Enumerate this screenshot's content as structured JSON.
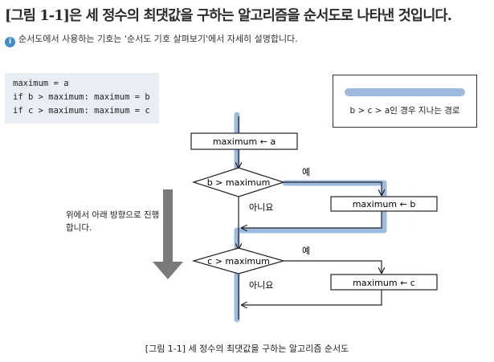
{
  "intro": "[그림 1-1]은 세 정수의 최댓값을 구하는 알고리즘을 순서도로 나타낸 것입니다.",
  "note": {
    "icon": "info-icon",
    "text": "순서도에서 사용하는 기호는 '순서도 기호 살펴보기'에서 자세히 설명합니다."
  },
  "code": [
    "maximum = a",
    "if b > maximum: maximum = b",
    "if c > maximum: maximum = c"
  ],
  "legend": {
    "text": "b > c > a인 경우 지나는 경로"
  },
  "direction_note": "위에서 아래 방향으로 진행합니다.",
  "flow": {
    "box_a": "maximum ← a",
    "decision_1": "b > maximum",
    "yes_1": "예",
    "no_1": "아니요",
    "box_b": "maximum ← b",
    "decision_2": "c > maximum",
    "yes_2": "예",
    "no_2": "아니요",
    "box_c": "maximum ← c"
  },
  "colors": {
    "path_highlight": "#9dbbe0",
    "code_bg": "#e9eef4",
    "arrow_gray": "#7a7a7a"
  },
  "caption": "[그림 1-1] 세 정수의 최댓값을 구하는 알고리즘 순서도"
}
